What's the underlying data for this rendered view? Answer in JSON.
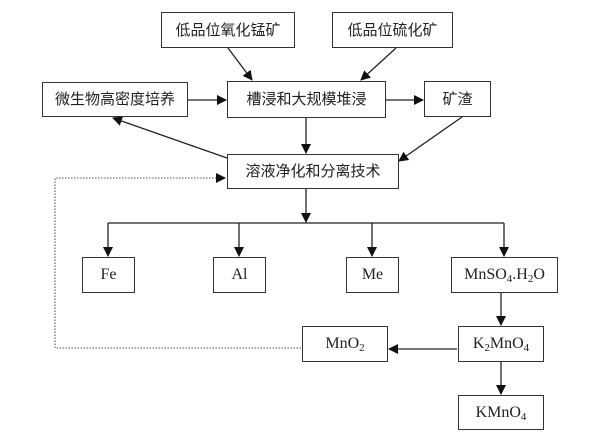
{
  "diagram": {
    "type": "process-flowchart",
    "nodes": {
      "ore_oxide": "低品位氧化锰矿",
      "ore_sulfide": "低品位硫化矿",
      "microbe": "微生物高密度培养",
      "leaching": "槽浸和大规模堆浸",
      "slag": "矿渣",
      "purification": "溶液净化和分离技术",
      "fe": "Fe",
      "al": "Al",
      "me": "Me",
      "mnso4": {
        "base": "MnSO",
        "sub1": "4",
        "mid": ".H",
        "sub2": "2",
        "end": "O"
      },
      "mno2": {
        "base": "MnO",
        "sub": "2"
      },
      "k2mno4": {
        "pre": "K",
        "sub1": "2",
        "mid": "MnO",
        "sub2": "4"
      },
      "kmno4": {
        "base": "KMnO",
        "sub": "4"
      }
    },
    "edges": [
      {
        "from": "ore_oxide",
        "to": "leaching",
        "style": "solid"
      },
      {
        "from": "ore_sulfide",
        "to": "leaching",
        "style": "solid"
      },
      {
        "from": "microbe",
        "to": "leaching",
        "style": "solid"
      },
      {
        "from": "leaching",
        "to": "slag",
        "style": "solid"
      },
      {
        "from": "leaching",
        "to": "purification",
        "style": "solid"
      },
      {
        "from": "slag",
        "to": "purification",
        "style": "solid"
      },
      {
        "from": "purification",
        "to": "microbe",
        "style": "solid"
      },
      {
        "from": "purification",
        "to": "fe",
        "style": "solid"
      },
      {
        "from": "purification",
        "to": "al",
        "style": "solid"
      },
      {
        "from": "purification",
        "to": "me",
        "style": "solid"
      },
      {
        "from": "purification",
        "to": "mnso4",
        "style": "solid"
      },
      {
        "from": "mnso4",
        "to": "k2mno4",
        "style": "solid"
      },
      {
        "from": "k2mno4",
        "to": "mno2",
        "style": "solid"
      },
      {
        "from": "k2mno4",
        "to": "kmno4",
        "style": "solid"
      },
      {
        "from": "mno2",
        "to": "purification",
        "style": "dotted"
      }
    ]
  }
}
